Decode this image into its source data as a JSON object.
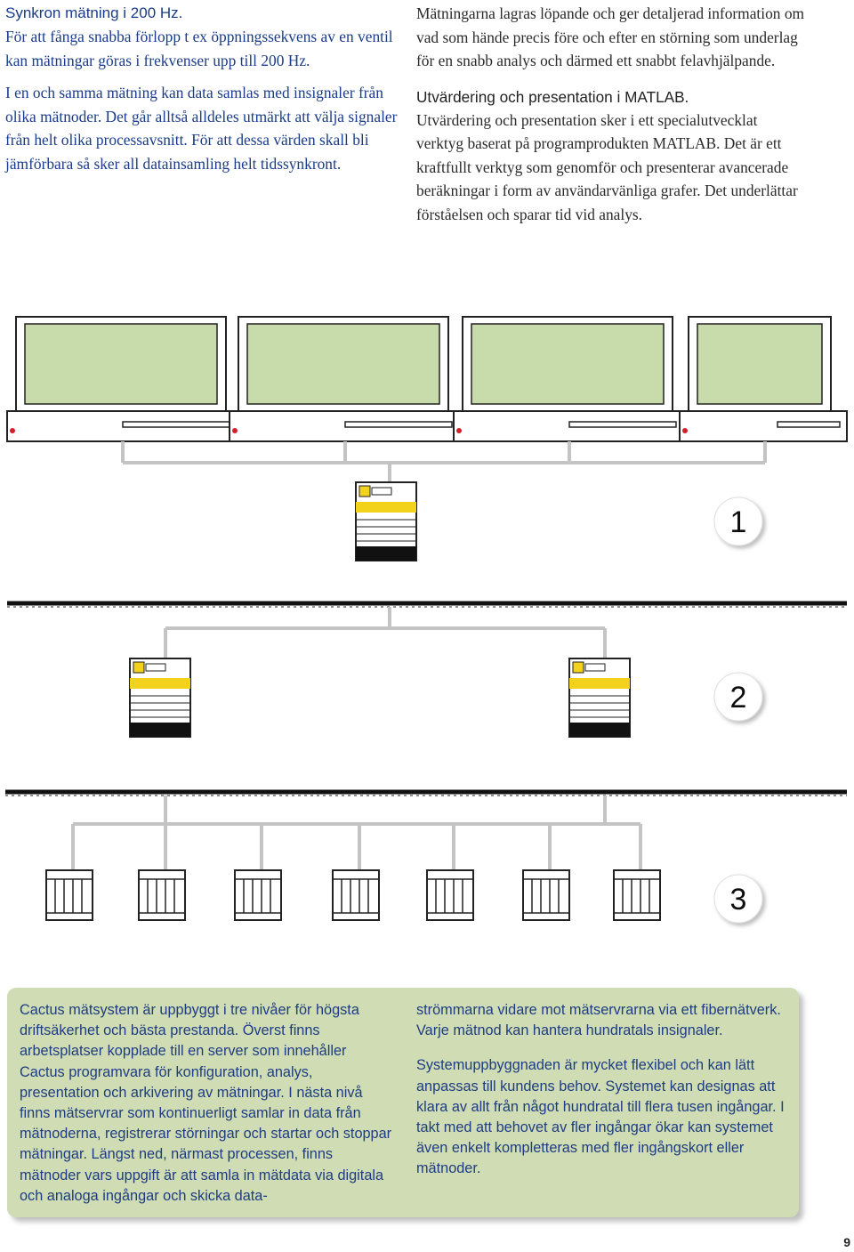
{
  "left_top": {
    "heading": "Synkron mätning i 200 Hz.",
    "para1": "För att fånga snabba förlopp t ex öppningssekvens av en ventil kan mätningar göras i frekvenser upp till 200 Hz.",
    "para2": "I en och samma mätning kan data samlas med insignaler från olika mätnoder. Det går alltså alldeles utmärkt att välja signaler från helt olika processavsnitt. För att dessa värden skall bli jämförbara så sker all datainsamling helt tidssynkront."
  },
  "right_top": {
    "para1": "Mätningarna lagras löpande och ger detaljerad information om vad som hände precis före och efter en störning som underlag för en snabb analys och därmed ett snabbt felavhjälpande.",
    "heading": "Utvärdering och presentation i MATLAB.",
    "para2": "Utvärdering och presentation sker i ett specialutvecklat verktyg baserat på programprodukten MATLAB. Det är ett kraftfullt verktyg som genomför och presenterar avancerade beräkningar i form av användarvänliga grafer. Det underlättar förståelsen och sparar tid vid analys."
  },
  "diagram": {
    "level_labels": [
      "1",
      "2",
      "3"
    ],
    "colors": {
      "screen": "#c8dcab",
      "yellow": "#f3d21c",
      "wire": "#c4c4c4",
      "red_dot": "#d0202a"
    }
  },
  "info_box": {
    "left_text": "Cactus mätsystem är uppbyggt i tre nivåer för högsta driftsäkerhet och bästa prestanda. Överst finns arbetsplatser kopplade till en server som innehåller Cactus programvara för konfiguration, analys, presentation och arkivering av mätningar. I nästa nivå finns mätservrar som kontinuerligt samlar in data från mätnoderna, registrerar störningar och startar och stoppar mätningar. Längst ned, närmast processen, finns mätnoder vars uppgift är att samla in mätdata via digitala och analoga ingångar och skicka data-",
    "right_para1": "strömmarna vidare mot mätservrarna via ett fibernätverk. Varje mätnod kan hantera hundratals insignaler.",
    "right_para2": "Systemuppbyggnaden är mycket flexibel och kan lätt anpassas till kundens behov. Systemet kan designas att klara av allt från något hundratal till flera tusen ingångar. I takt med att behovet av fler ingångar ökar kan systemet även enkelt kompletteras med fler ingångskort eller mätnoder."
  },
  "page_number": "9"
}
